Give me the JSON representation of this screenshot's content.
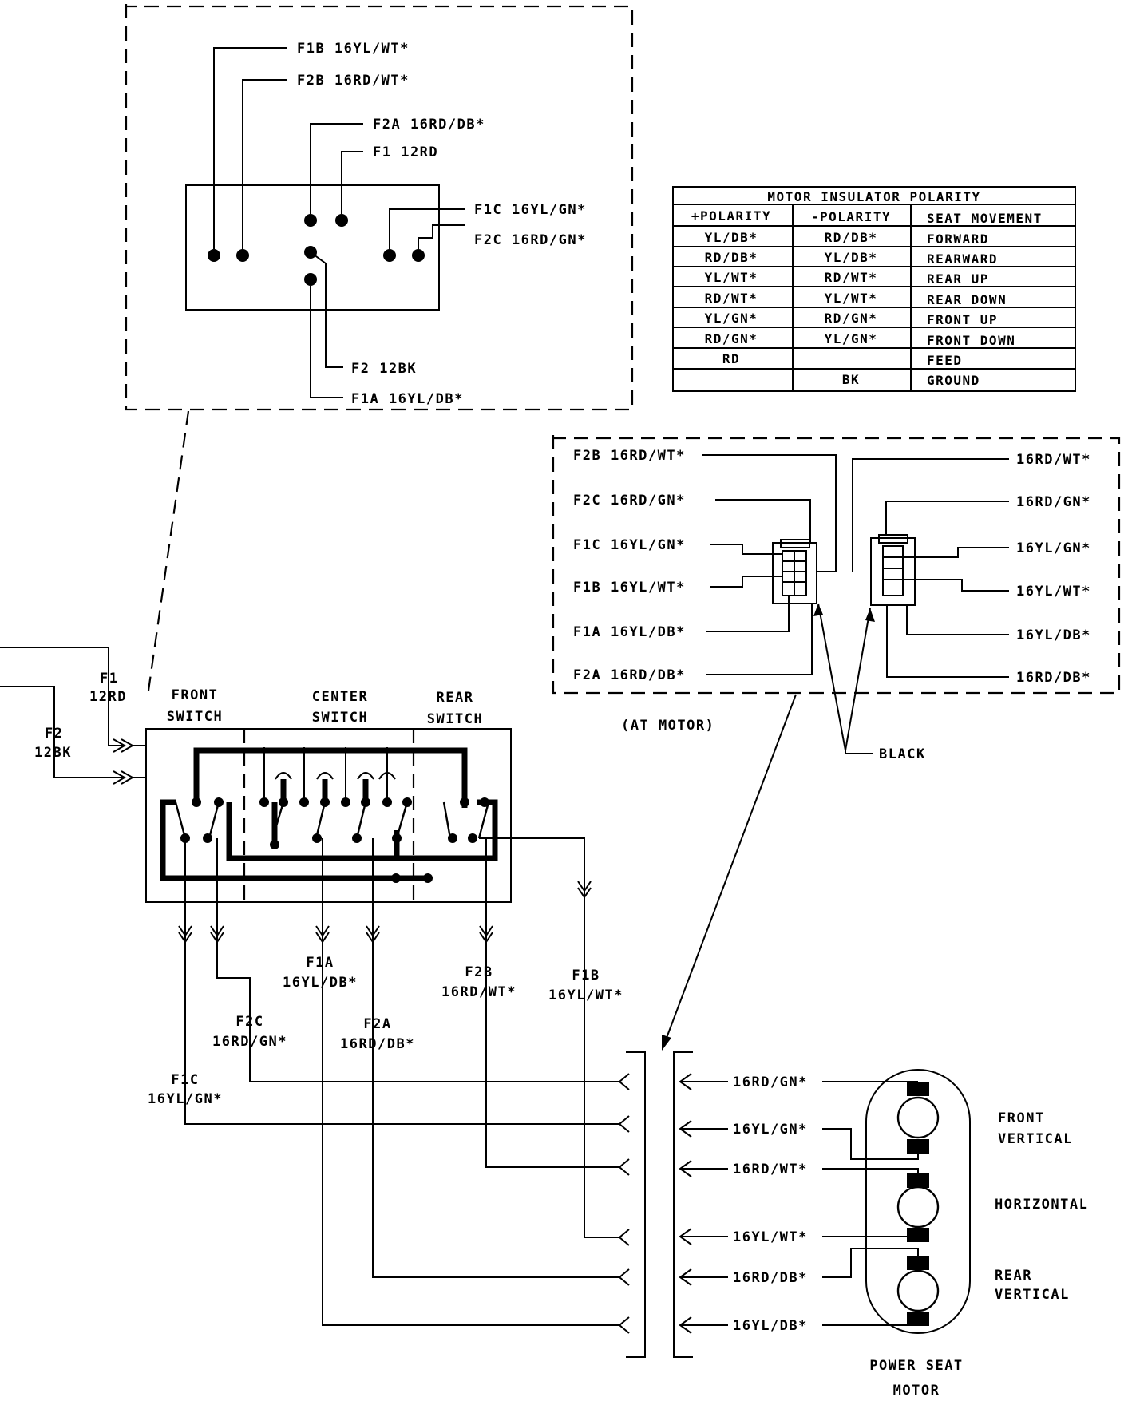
{
  "connector_top": {
    "labels": [
      "F1B 16YL/WT*",
      "F2B 16RD/WT*",
      "F2A 16RD/DB*",
      "F1 12RD",
      "F1C 16YL/GN*",
      "F2C 16RD/GN*",
      "F2 12BK",
      "F1A 16YL/DB*"
    ]
  },
  "polarity_table": {
    "title": "MOTOR INSULATOR POLARITY",
    "headers": [
      "+POLARITY",
      "-POLARITY",
      "SEAT MOVEMENT"
    ],
    "rows": [
      [
        "YL/DB*",
        "RD/DB*",
        "FORWARD"
      ],
      [
        "RD/DB*",
        "YL/DB*",
        "REARWARD"
      ],
      [
        "YL/WT*",
        "RD/WT*",
        "REAR UP"
      ],
      [
        "RD/WT*",
        "YL/WT*",
        "REAR DOWN"
      ],
      [
        "YL/GN*",
        "RD/GN*",
        "FRONT UP"
      ],
      [
        "RD/GN*",
        "YL/GN*",
        "FRONT DOWN"
      ],
      [
        "RD",
        "",
        "FEED"
      ],
      [
        "",
        "BK",
        "GROUND"
      ]
    ]
  },
  "motor_connector": {
    "left_labels": [
      "F2B 16RD/WT*",
      "F2C 16RD/GN*",
      "F1C 16YL/GN*",
      "F1B 16YL/WT*",
      "F1A 16YL/DB*",
      "F2A 16RD/DB*"
    ],
    "right_labels": [
      "16RD/WT*",
      "16RD/GN*",
      "16YL/GN*",
      "16YL/WT*",
      "16YL/DB*",
      "16RD/DB*"
    ],
    "caption": "(AT MOTOR)",
    "black_label": "BLACK"
  },
  "switch": {
    "feeds": [
      {
        "id": "F1",
        "gauge": "12RD"
      },
      {
        "id": "F2",
        "gauge": "12BK"
      }
    ],
    "sections": [
      {
        "line1": "FRONT",
        "line2": "SWITCH"
      },
      {
        "line1": "CENTER",
        "line2": "SWITCH"
      },
      {
        "line1": "REAR",
        "line2": "SWITCH"
      }
    ],
    "outputs": [
      {
        "id": "F1A",
        "gauge": "16YL/DB*"
      },
      {
        "id": "F2B",
        "gauge": "16RD/WT*"
      },
      {
        "id": "F1B",
        "gauge": "16YL/WT*"
      },
      {
        "id": "F2C",
        "gauge": "16RD/GN*"
      },
      {
        "id": "F2A",
        "gauge": "16RD/DB*"
      },
      {
        "id": "F1C",
        "gauge": "16YL/GN*"
      }
    ]
  },
  "motor_block": {
    "wires": [
      "16RD/GN*",
      "16YL/GN*",
      "16RD/WT*",
      "16YL/WT*",
      "16RD/DB*",
      "16YL/DB*"
    ],
    "motors": [
      {
        "line1": "FRONT",
        "line2": "VERTICAL"
      },
      {
        "line1": "HORIZONTAL",
        "line2": ""
      },
      {
        "line1": "REAR",
        "line2": "VERTICAL"
      }
    ],
    "title_line1": "POWER SEAT",
    "title_line2": "MOTOR"
  }
}
